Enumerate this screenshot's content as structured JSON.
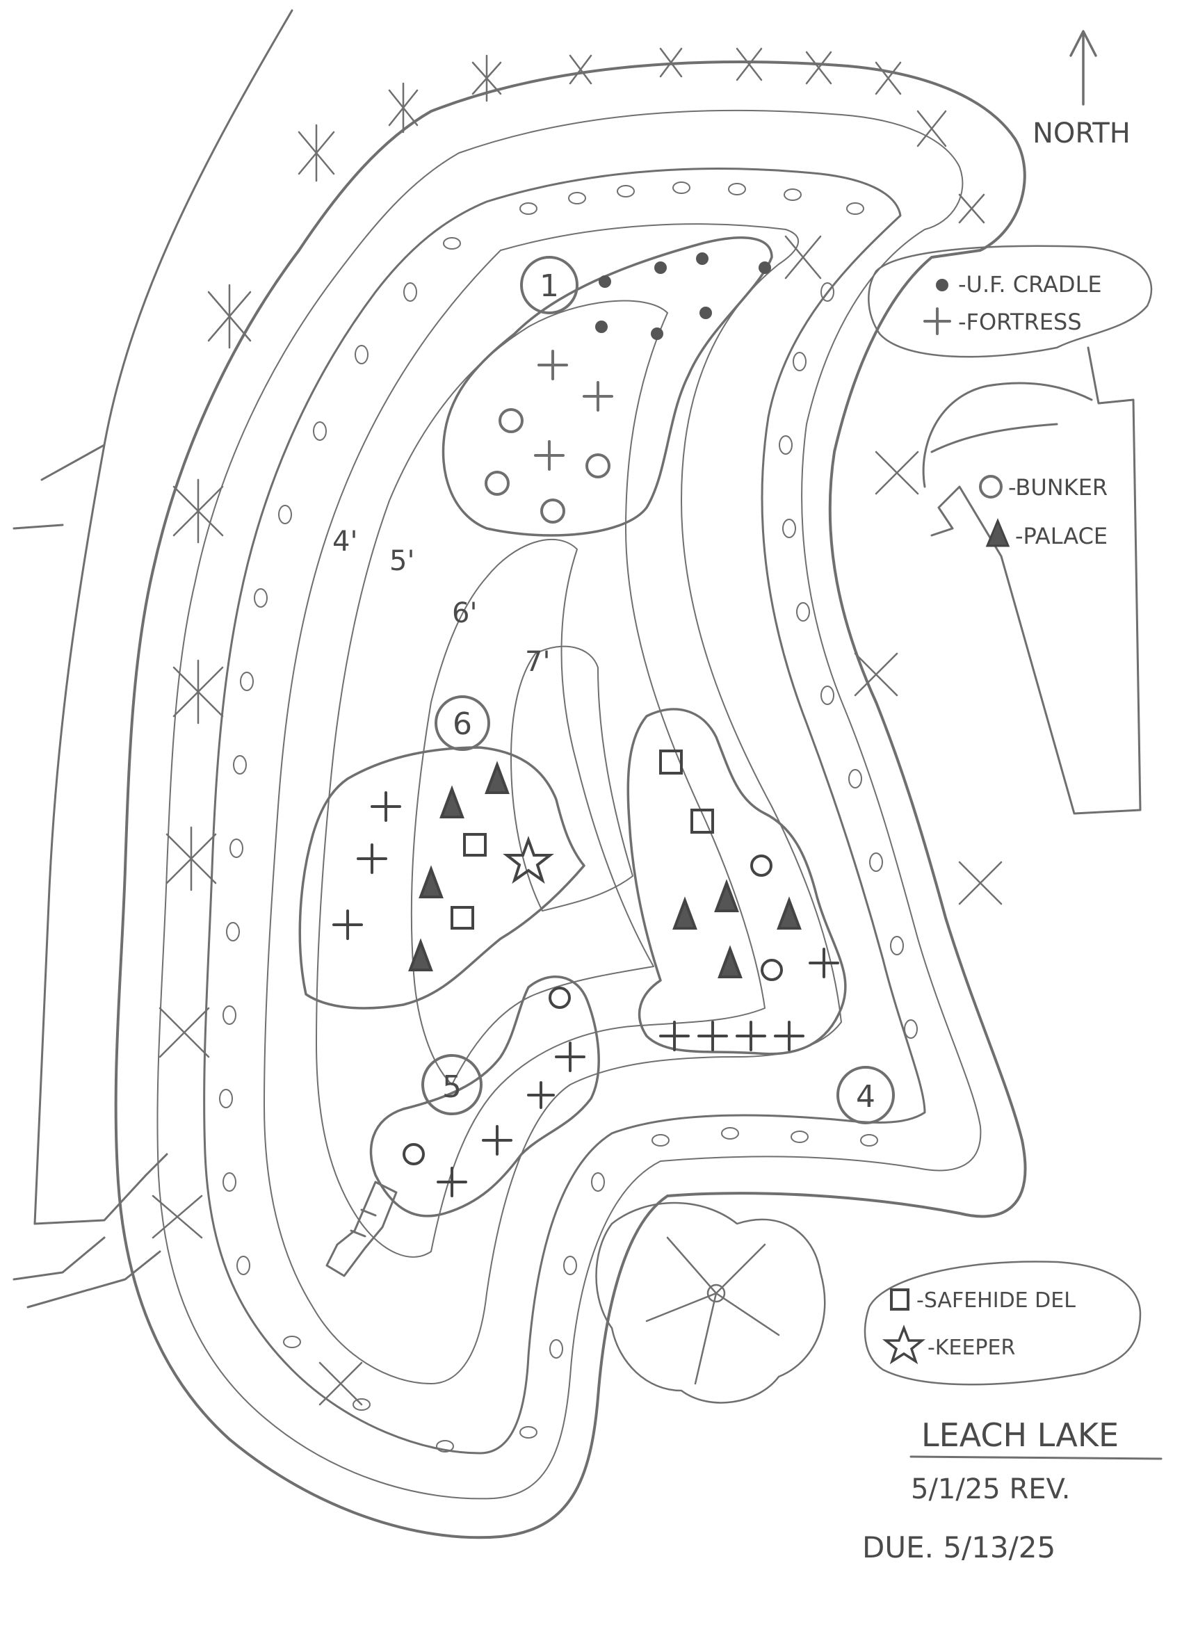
{
  "title": "LEACH LAKE",
  "revision": "5/1/25 REV.",
  "due": "DUE. 5/13/25",
  "north_label": "NORTH",
  "legend_top": [
    {
      "symbol": "dot-icon",
      "label": "-U.F. CRADLE"
    },
    {
      "symbol": "plus-icon",
      "label": "-FORTRESS"
    }
  ],
  "legend_mid": [
    {
      "symbol": "circle-icon",
      "label": "-BUNKER"
    },
    {
      "symbol": "triangle-icon",
      "label": "-PALACE"
    }
  ],
  "legend_bottom": [
    {
      "symbol": "square-icon",
      "label": "-SAFEHIDE DEL"
    },
    {
      "symbol": "star-icon",
      "label": "-KEEPER"
    }
  ],
  "zones": [
    "1",
    "4",
    "5",
    "6"
  ],
  "depth_labels": [
    "4'",
    "5'",
    "6'",
    "7'"
  ],
  "colors": {
    "pencil": "#6f6f6f",
    "paper": "#ffffff"
  }
}
